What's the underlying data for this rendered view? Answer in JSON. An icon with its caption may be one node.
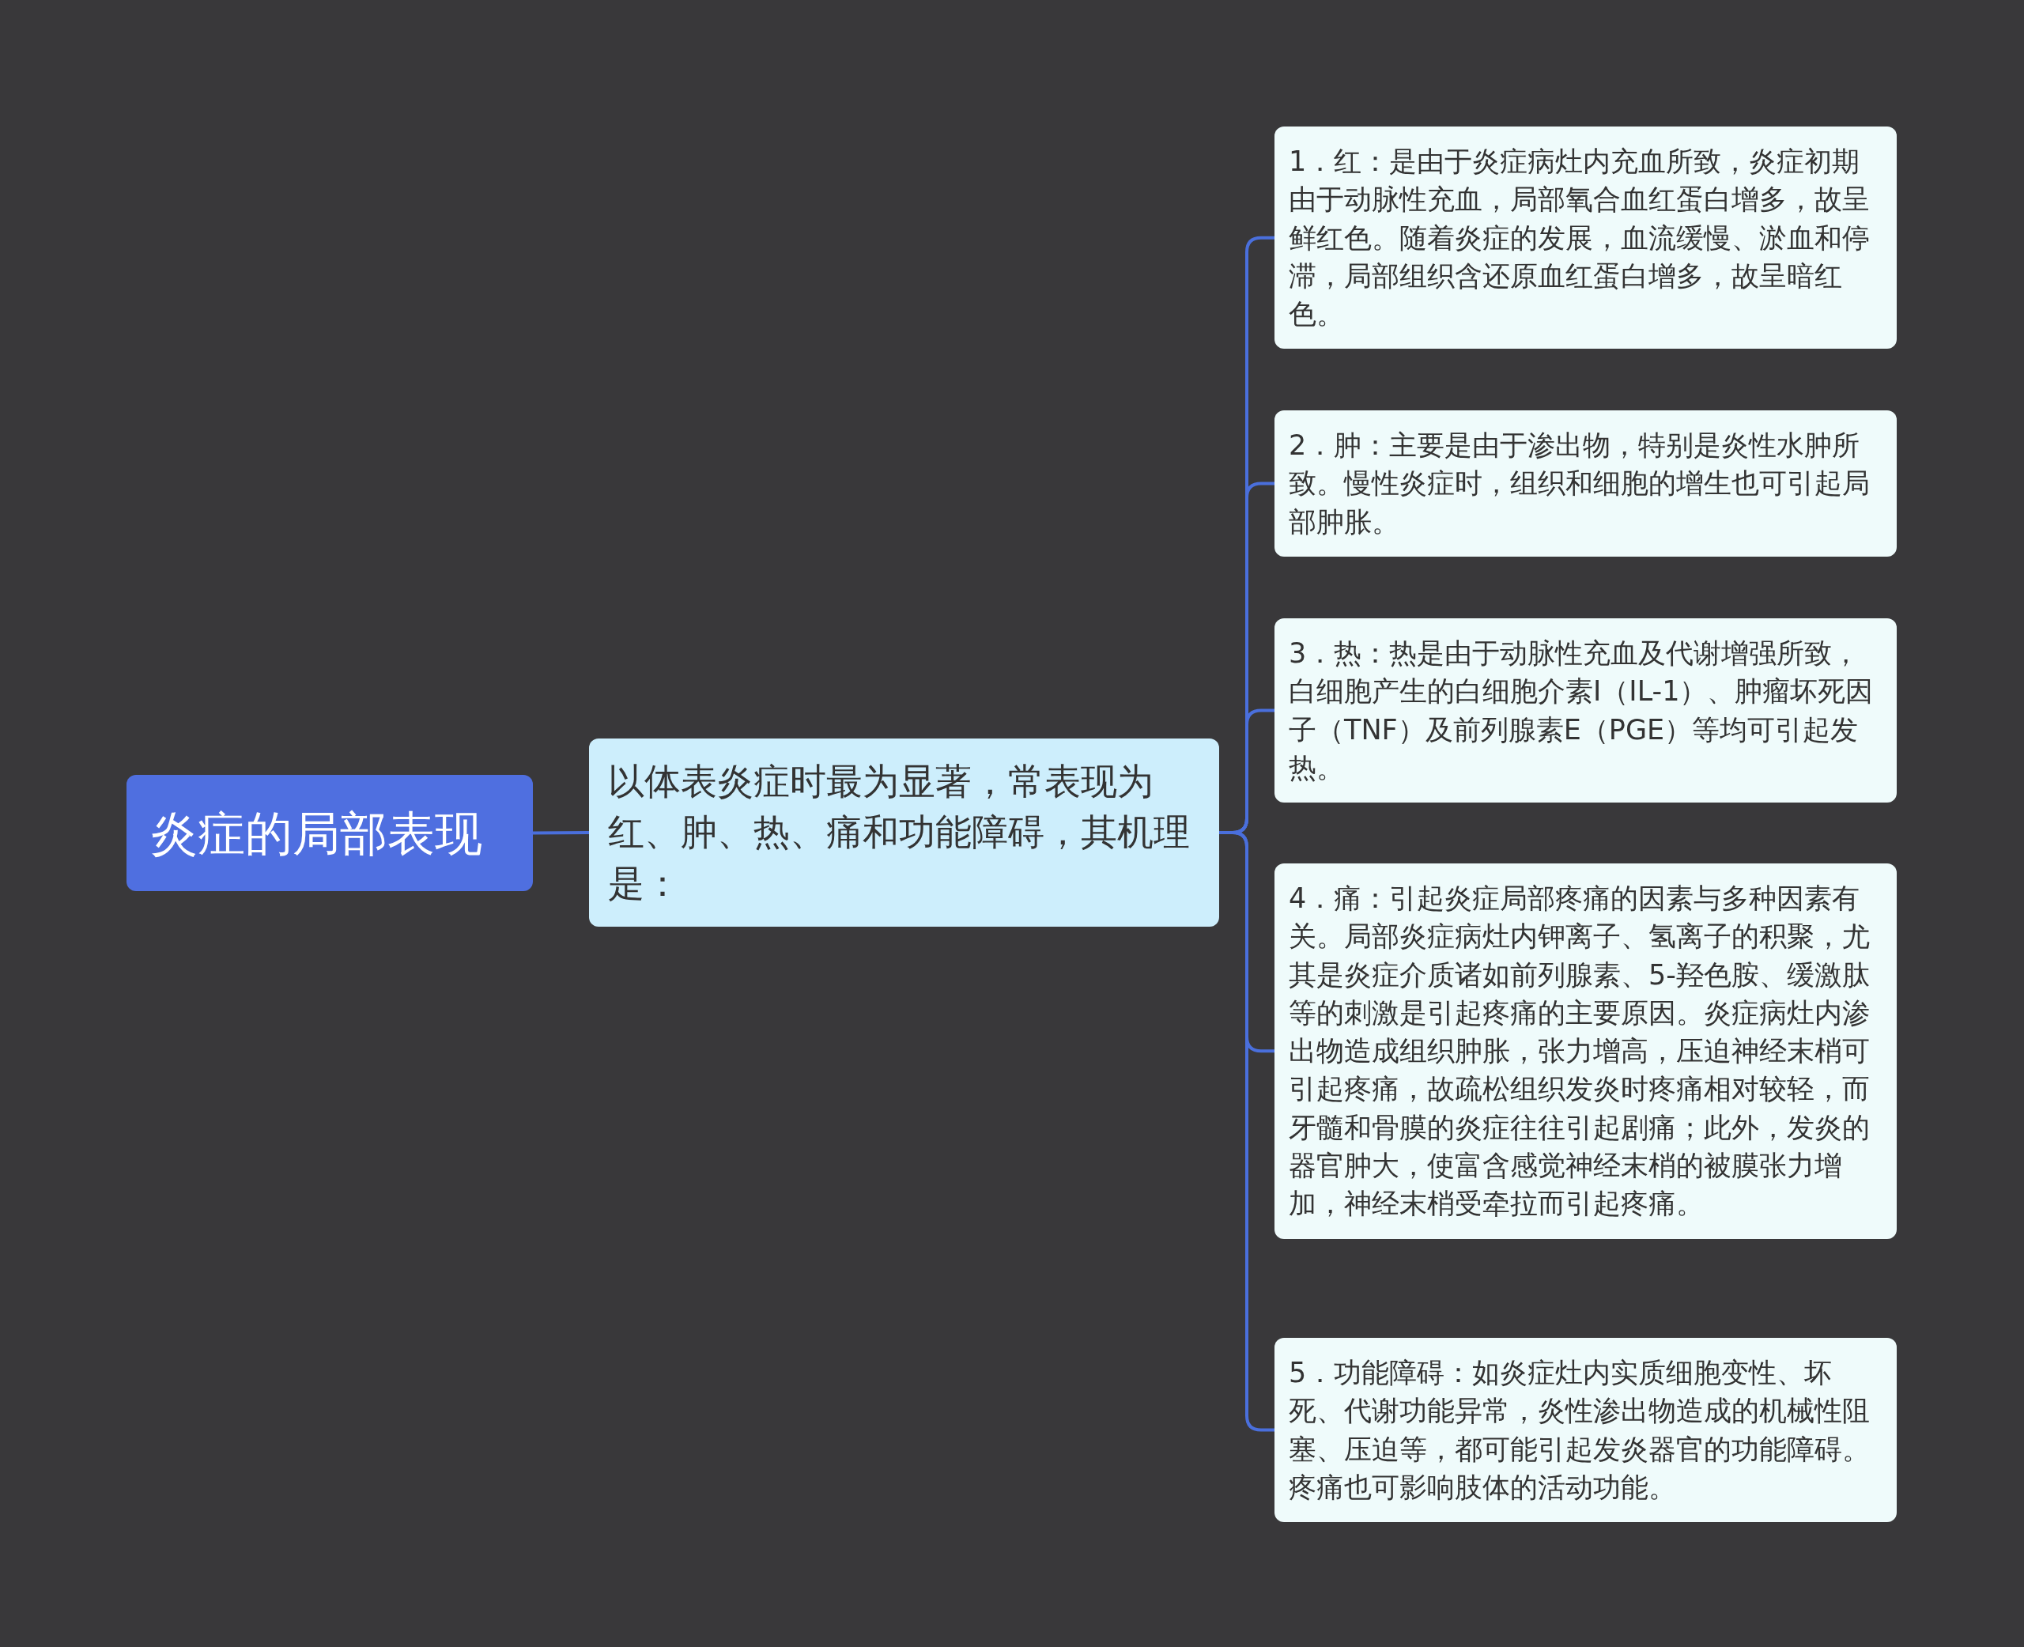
{
  "diagram": {
    "nodes": [
      {
        "text": [
          "炎症的局部表现"
        ]
      },
      {
        "text": [
          "以体表炎症时最为显著，常表现为红、肿、热、痛和功能障碍，其机理是："
        ]
      },
      {
        "text": [
          "1．红：是由于炎症病灶内充血所致，炎症初期由于动脉性充血，局部氧合血红蛋白增多，故呈鲜红色。随着炎症的发展，血流缓慢、淤血和停滞，局部组织含还原血红蛋白增多，故呈暗红色。"
        ]
      },
      {
        "text": [
          "2．肿：主要是由于渗出物，特别是炎性水肿所致。慢性炎症时，组织和细胞的增生也可引起局部肿胀。"
        ]
      },
      {
        "text": [
          "3．热：热是由于动脉性充血及代谢增强所致，白细胞产生的白细胞介素Ⅰ（IL-1）、肿瘤坏死因子（TNF）及前列腺素E（PGE）等均可引起发热。"
        ]
      },
      {
        "text": [
          "4．痛：引起炎症局部疼痛的因素与多种因素有关。局部炎症病灶内钾离子、氢离子的积聚，尤其是炎症介质诸如前列腺素、5-羟色胺、缓激肽等的刺激是引起疼痛的主要原因。炎症病灶内渗出物造成组织肿胀，张力增高，压迫神经末梢可引起疼痛，故疏松组织发炎时疼痛相对较轻，而牙髓和骨膜的炎症往往引起剧痛；此外，发炎的器官肿大，使富含感觉神经末梢的被膜张力增加，神经末梢受牵拉而引起疼痛。"
        ]
      },
      {
        "text": [
          "5．功能障碍：如炎症灶内实质细胞变性、坏死、代谢功能异常，炎性渗出物造成的机械性阻塞、压迫等，都可能引起发炎器官的功能障碍。疼痛也可影响肢体的活动功能。"
        ]
      }
    ],
    "edges": [
      {
        "from": 0,
        "to": 1,
        "arrow": "none"
      },
      {
        "from": 1,
        "to": 2,
        "arrow": "none"
      },
      {
        "from": 1,
        "to": 3,
        "arrow": "none"
      },
      {
        "from": 1,
        "to": 4,
        "arrow": "none"
      },
      {
        "from": 1,
        "to": 5,
        "arrow": "none"
      },
      {
        "from": 1,
        "to": 6,
        "arrow": "none"
      }
    ]
  }
}
